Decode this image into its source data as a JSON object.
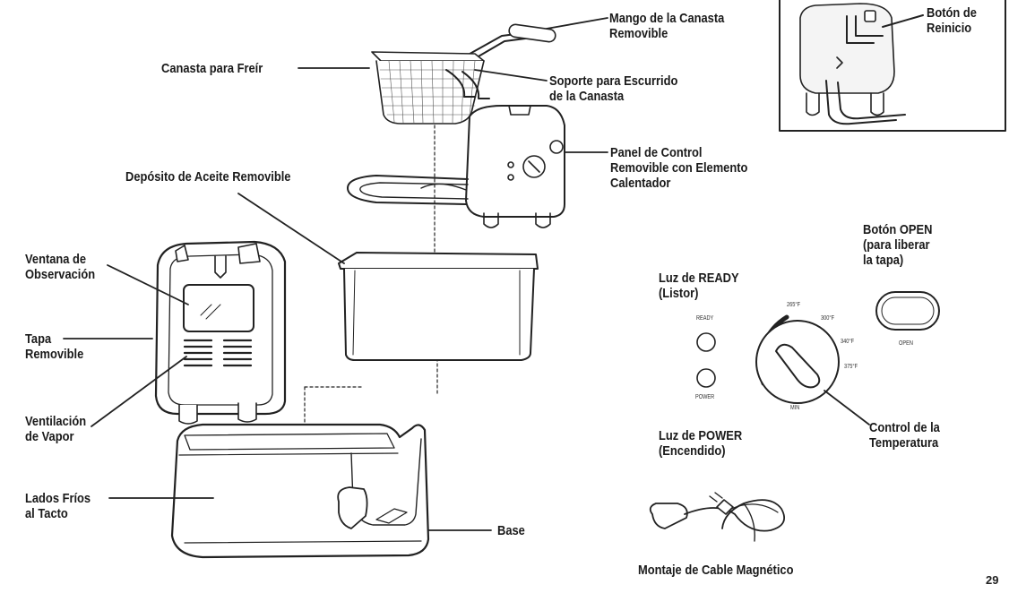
{
  "labels": {
    "mango": [
      "Mango de la Canasta",
      "Removible"
    ],
    "canasta": [
      "Canasta para Freír"
    ],
    "soporte": [
      "Soporte para Escurrido",
      "de la Canasta"
    ],
    "panel": [
      "Panel de Control",
      "Removible con Elemento",
      "Calentador"
    ],
    "deposito": [
      "Depósito de Aceite Removible"
    ],
    "ventana": [
      "Ventana de",
      "Observación"
    ],
    "tapa": [
      "Tapa",
      "Removible"
    ],
    "ventilacion": [
      "Ventilación",
      "de Vapor"
    ],
    "lados": [
      "Lados Fríos",
      "al Tacto"
    ],
    "base": [
      "Base"
    ],
    "reinicio": [
      "Botón de",
      "Reinicio"
    ],
    "open_btn": [
      "Botón OPEN",
      "(para liberar",
      "la tapa)"
    ],
    "ready": [
      "Luz de READY",
      "(Listor)"
    ],
    "power": [
      "Luz de POWER",
      "(Encendido)"
    ],
    "temp": [
      "Control de la",
      "Temperatura"
    ],
    "cable": [
      "Montaje de Cable Magnético"
    ]
  },
  "panel_marks": {
    "ready": "READY",
    "power": "POWER",
    "open": "OPEN",
    "min": "MIN",
    "t265": "265°F",
    "t300": "300°F",
    "t340": "340°F",
    "t375": "375°F"
  },
  "page_number": "29"
}
